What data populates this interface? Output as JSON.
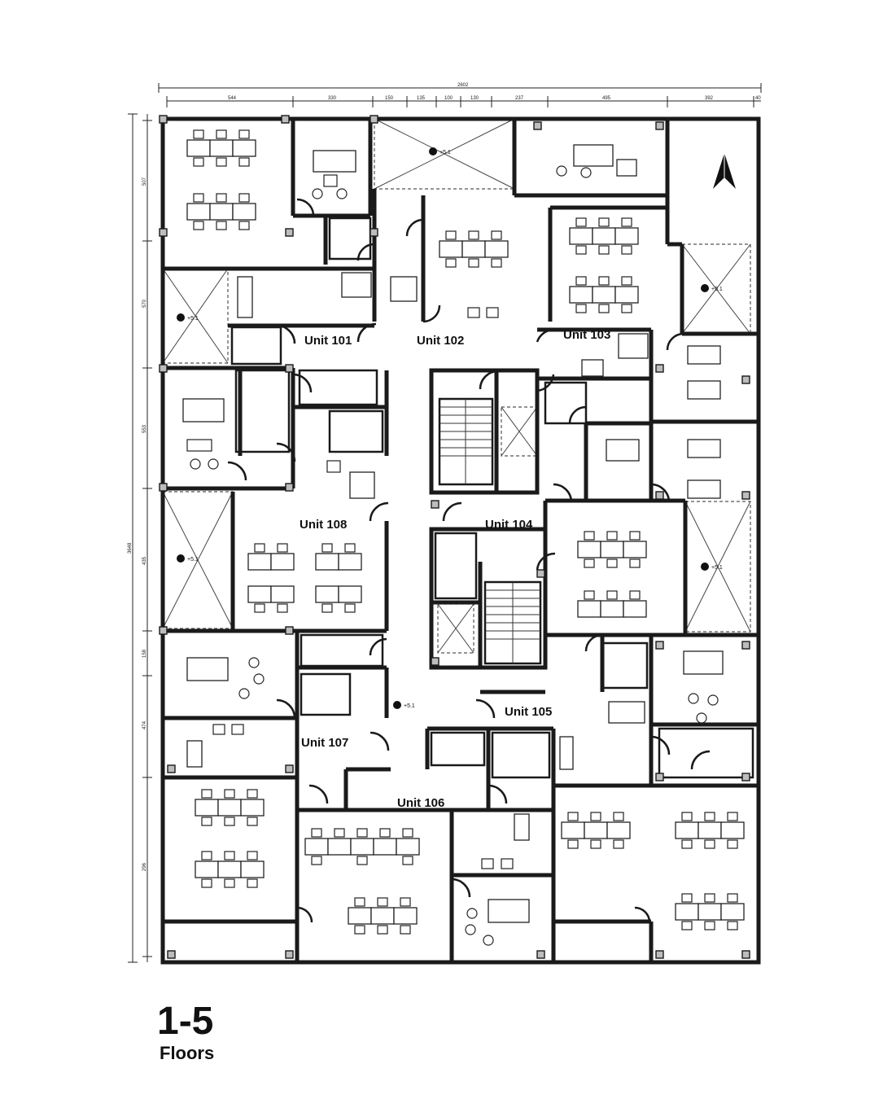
{
  "units": [
    {
      "id": "unit-101",
      "label": "Unit 101"
    },
    {
      "id": "unit-102",
      "label": "Unit 102"
    },
    {
      "id": "unit-103",
      "label": "Unit 103"
    },
    {
      "id": "unit-104",
      "label": "Unit 104"
    },
    {
      "id": "unit-105",
      "label": "Unit 105"
    },
    {
      "id": "unit-106",
      "label": "Unit 106"
    },
    {
      "id": "unit-107",
      "label": "Unit 107"
    },
    {
      "id": "unit-108",
      "label": "Unit 108"
    }
  ],
  "dimensions": {
    "total_width": "2602",
    "top_segments": [
      "544",
      "330",
      "150",
      "135",
      "100",
      "130",
      "237",
      "495",
      "392",
      "40"
    ],
    "total_height": "3648",
    "left_segments": [
      "507",
      "570",
      "553",
      "435",
      "158",
      "474",
      "296"
    ]
  },
  "level_marker": "+5.1",
  "floor_range": "1-5",
  "floor_word": "Floors",
  "north_icon": "north-arrow-icon"
}
